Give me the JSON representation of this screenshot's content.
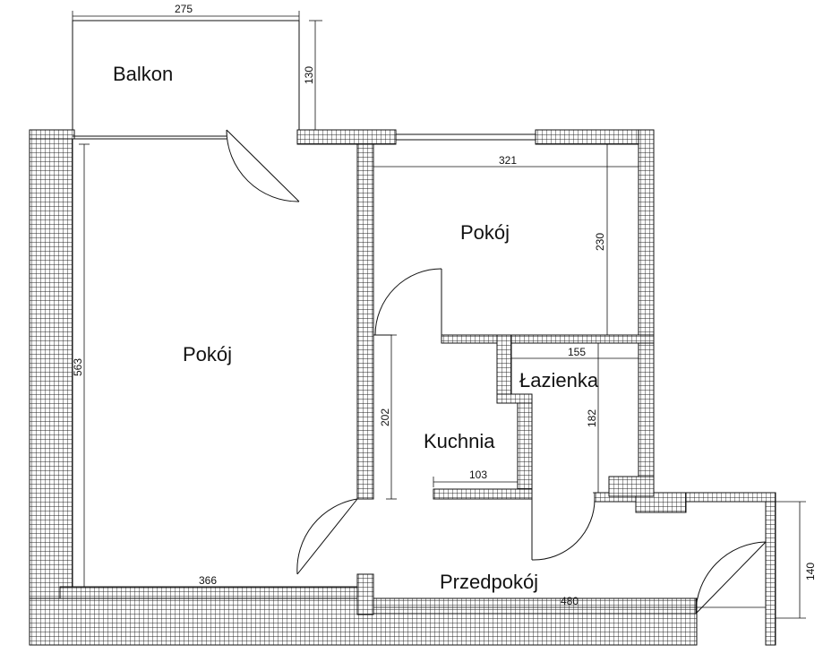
{
  "rooms": {
    "balkon": "Balkon",
    "pokoj_big": "Pokój",
    "pokoj_small": "Pokój",
    "lazienka": "Łazienka",
    "kuchnia": "Kuchnia",
    "przedpokoj": "Przedpokój"
  },
  "dimensions": {
    "balkon_width": "275",
    "balkon_depth": "130",
    "small_room_width": "321",
    "small_room_depth": "230",
    "big_room_height": "563",
    "big_room_width": "366",
    "kitchen_height": "202",
    "kitchen_width": "103",
    "bath_width": "155",
    "bath_height": "182",
    "hall_length": "480",
    "hall_depth": "140"
  },
  "colors": {
    "line": "#111111",
    "wall_fill": "#ffffff"
  }
}
